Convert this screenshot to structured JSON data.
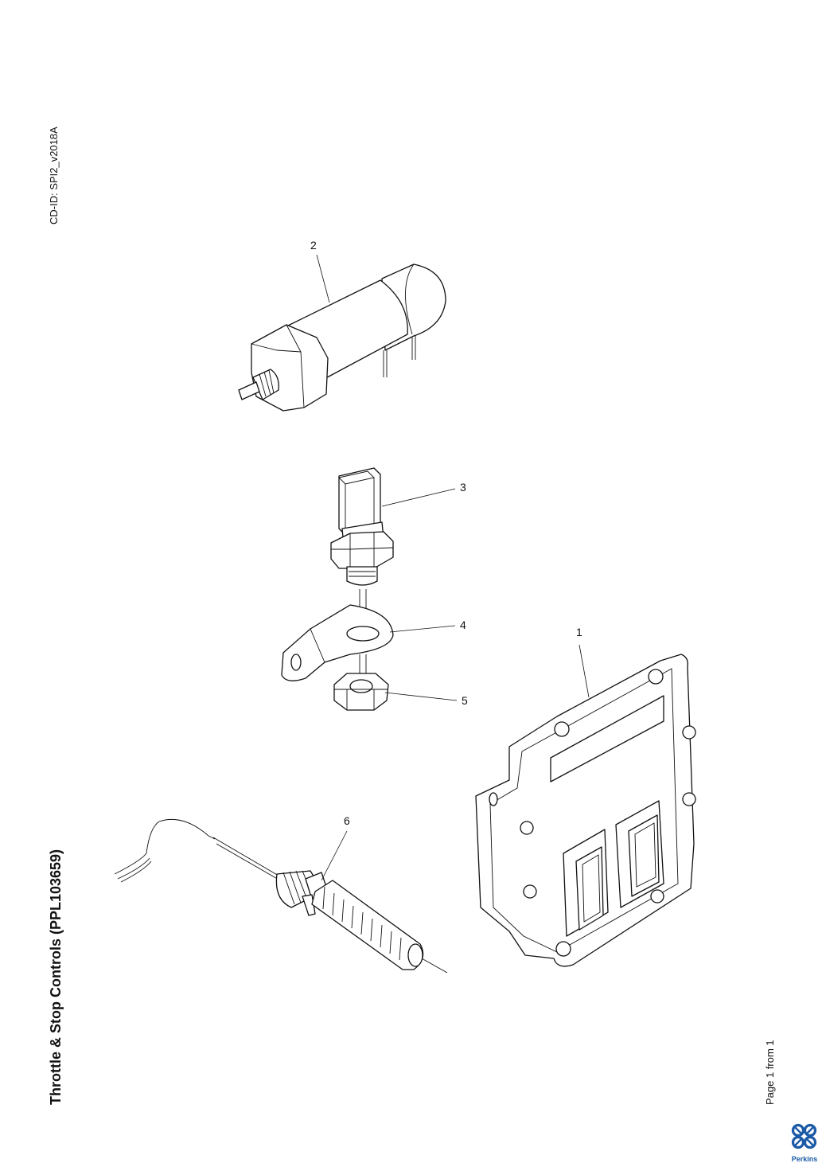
{
  "header": {
    "cd_id": "CD-ID: SPI2_v2018A"
  },
  "title": "Throttle & Stop Controls (PPL103659)",
  "footer": {
    "page": "Page 1 from 1",
    "brand": "Perkins"
  },
  "callouts": [
    "1",
    "2",
    "3",
    "4",
    "5",
    "6"
  ],
  "colors": {
    "brand_blue": "#1b5aa6",
    "line": "#111111"
  }
}
